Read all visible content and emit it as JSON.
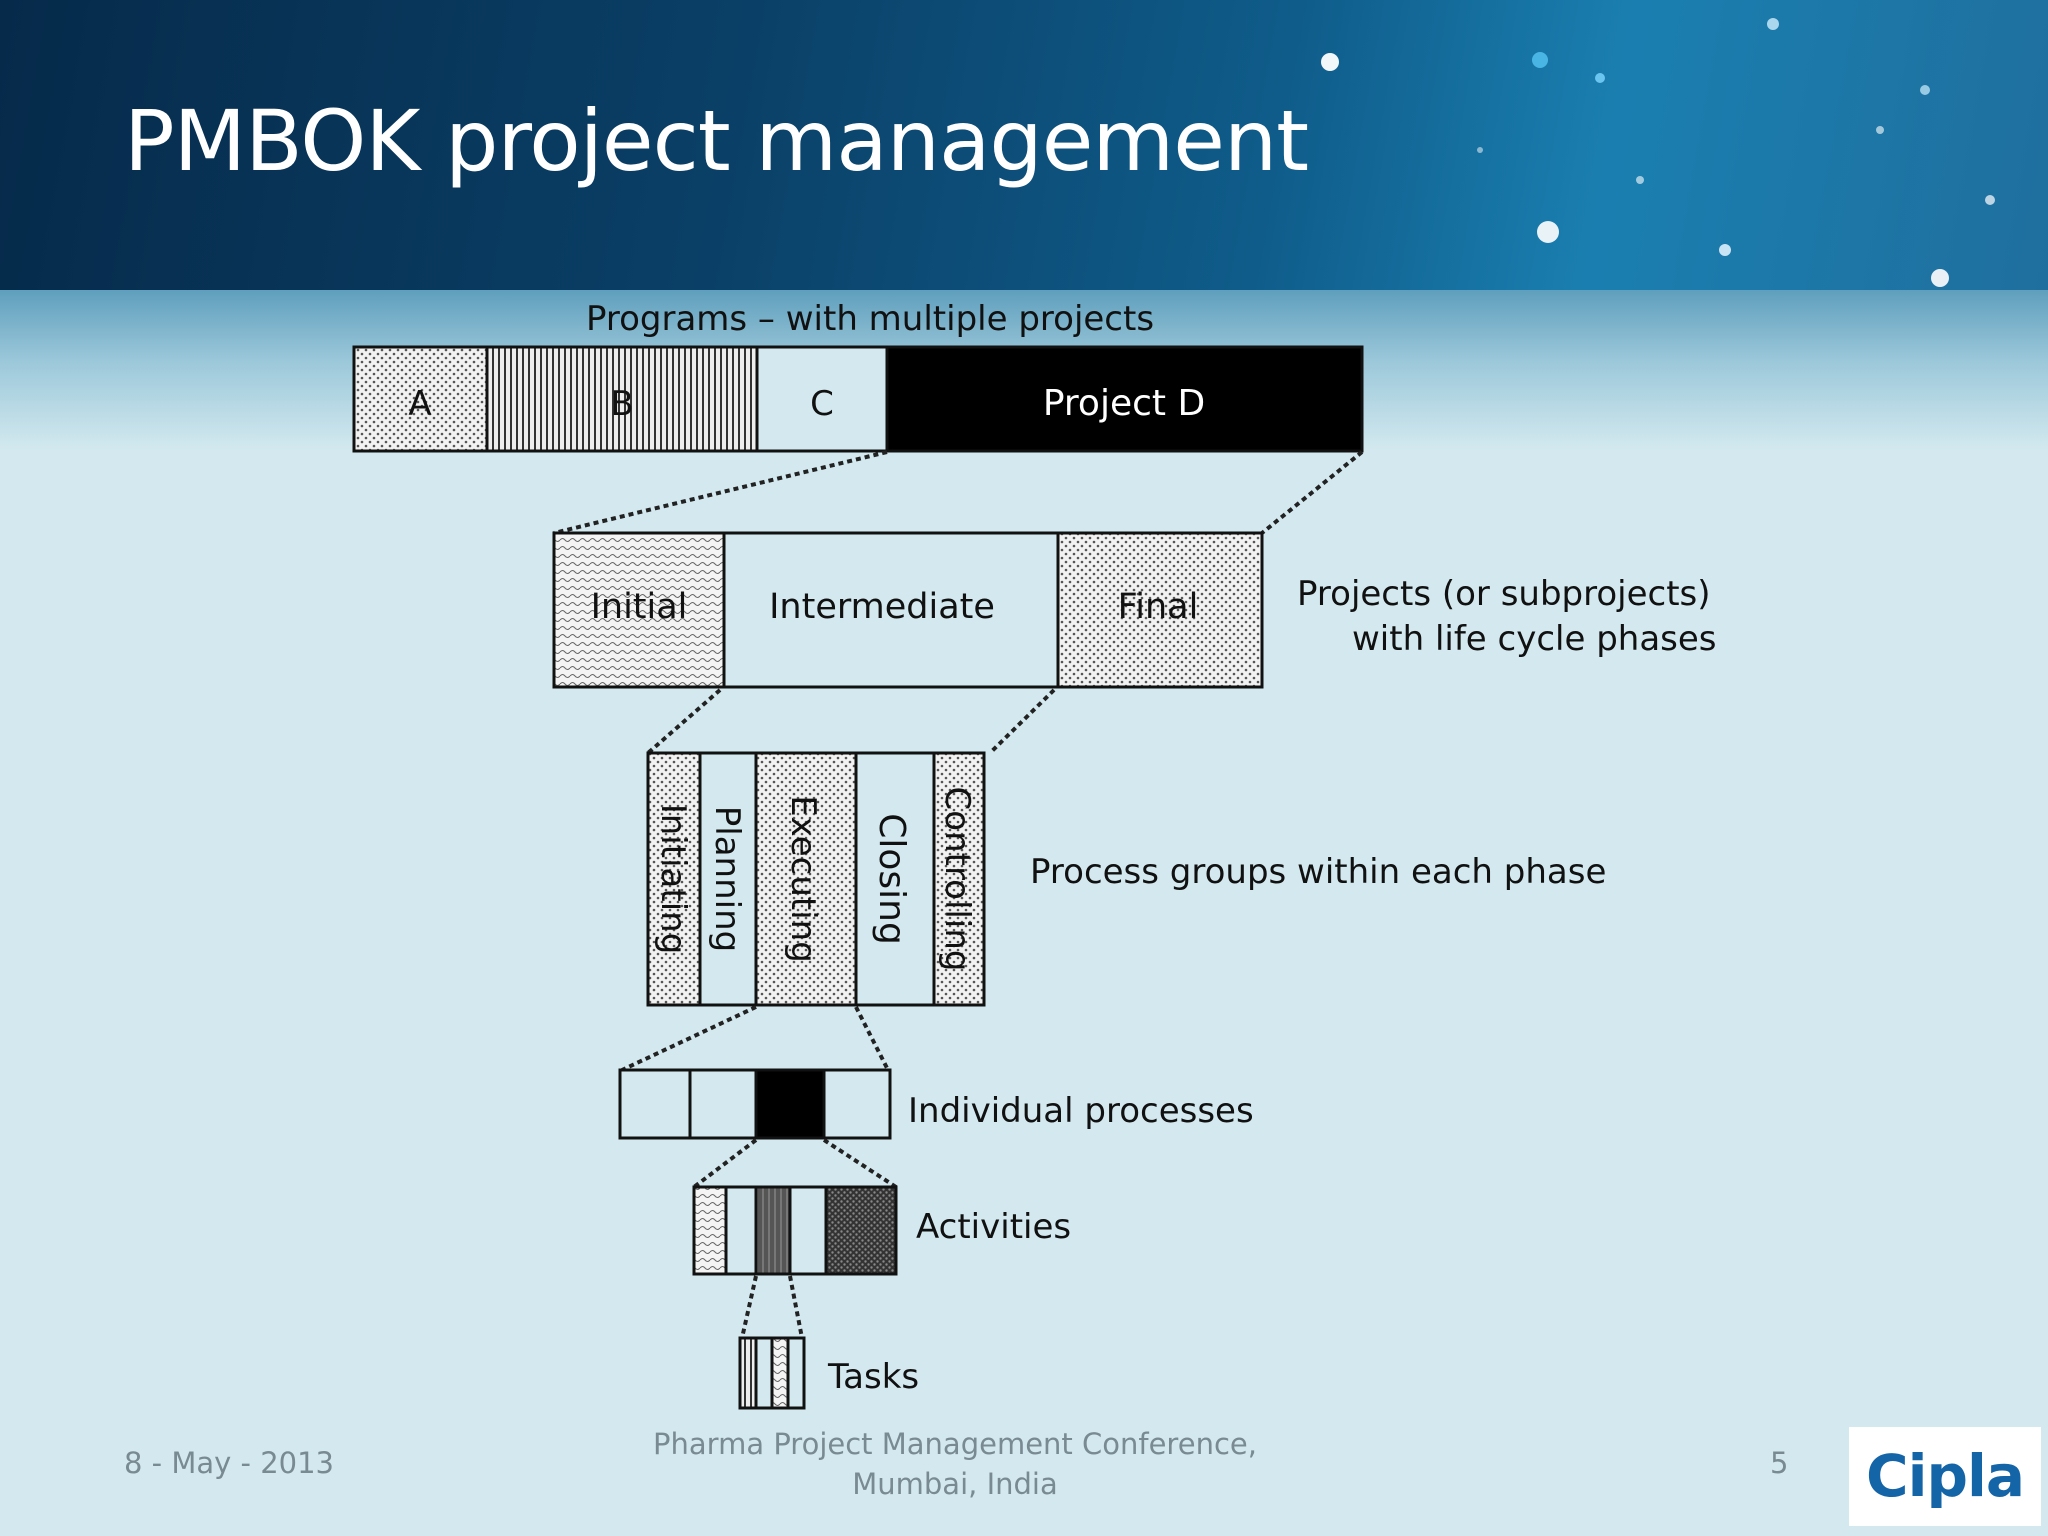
{
  "slide": {
    "title": "PMBOK project management"
  },
  "diagram": {
    "programs_label": "Programs – with multiple projects",
    "program_blocks": [
      "A",
      "B",
      "C",
      "Project D"
    ],
    "phases": [
      "Initial",
      "Intermediate",
      "Final"
    ],
    "phases_caption_line1": "Projects (or subprojects)",
    "phases_caption_line2": "with life cycle phases",
    "process_groups": [
      "Initiating",
      "Planning",
      "Executing",
      "Closing",
      "Controlling"
    ],
    "process_groups_caption": "Process groups within each phase",
    "individual_processes_label": "Individual processes",
    "activities_label": "Activities",
    "tasks_label": "Tasks"
  },
  "footer": {
    "date": "8 - May - 2013",
    "conference_line1": "Pharma Project Management Conference,",
    "conference_line2": "Mumbai, India",
    "page_number": "5",
    "logo_text": "Cipla"
  },
  "colors": {
    "banner_dark": "#062a4a",
    "banner_light": "#1a7fb0",
    "background": "#d3e9ef",
    "logo_blue": "#1464a8"
  }
}
